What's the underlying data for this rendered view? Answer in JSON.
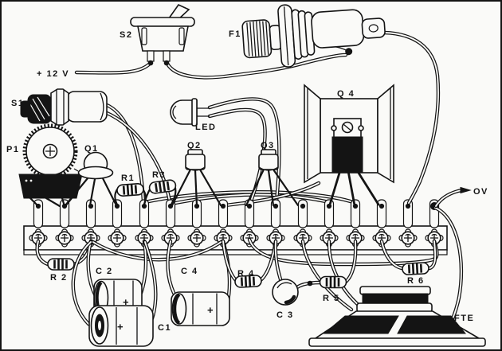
{
  "figure": {
    "description": "Hand-drawn electronics assembly diagram of an audio circuit built on a 16-position terminal strip",
    "paper_color": "#fafaf8",
    "ink_color": "#141414",
    "labels": {
      "plus12v": "+ 12 V",
      "ov": "OV",
      "s1": "S1",
      "s2": "S2",
      "f1": "F1",
      "p1": "P1",
      "q1": "Q1",
      "q2": "Q2",
      "q3": "Q3",
      "q4": "Q 4",
      "led": "LED",
      "r1": "R1",
      "r2": "R 2",
      "r3": "R3",
      "r4": "R 4",
      "r5": "R 5",
      "r6": "R 6",
      "c1": "C1",
      "c2": "C 2",
      "c3": "C 3",
      "c4": "C 4",
      "fte": "FTE",
      "polarity": "+"
    }
  }
}
